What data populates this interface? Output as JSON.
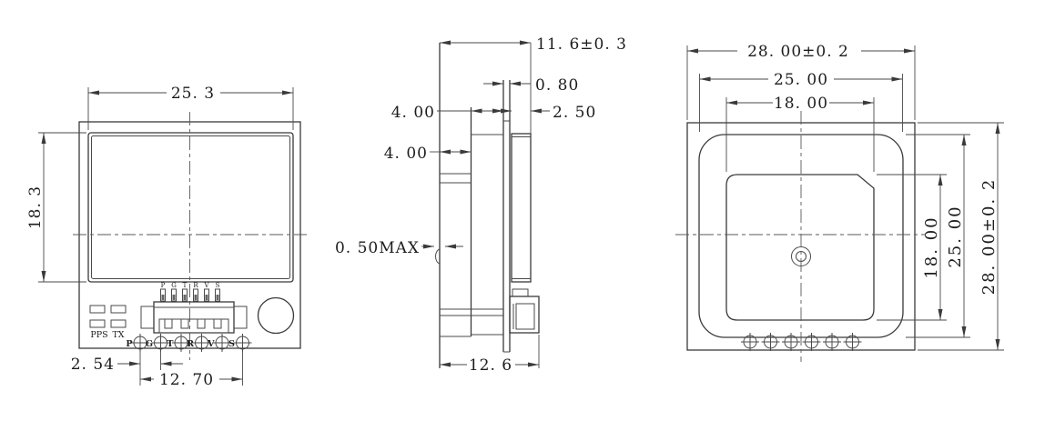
{
  "front_view": {
    "dim_width": "25. 3",
    "dim_height": "18. 3",
    "dim_pad_pitch": "2. 54",
    "dim_pad_span": "12. 70",
    "led_pps": "PPS",
    "led_tx": "TX",
    "header_pins": [
      "P",
      "G",
      "T",
      "R",
      "V",
      "S"
    ],
    "pads": [
      "P",
      "G",
      "T",
      "R",
      "V",
      "S"
    ]
  },
  "side_view": {
    "dim_total_thickness": "11. 6±0. 3",
    "dim_pcb_thickness": "0. 80",
    "dim_shield_thickness": "2. 50",
    "dim_offset_upper": "4. 00",
    "dim_offset_lower": "4. 00",
    "dim_component_height": "0. 50MAX",
    "dim_module_depth": "12. 6"
  },
  "back_view": {
    "dim_board_width": "28. 00±0. 2",
    "dim_antenna_width": "25. 00",
    "dim_patch_width": "18. 00",
    "dim_patch_height": "18. 00",
    "dim_antenna_height": "25. 00",
    "dim_board_height": "28. 00±0. 2"
  }
}
